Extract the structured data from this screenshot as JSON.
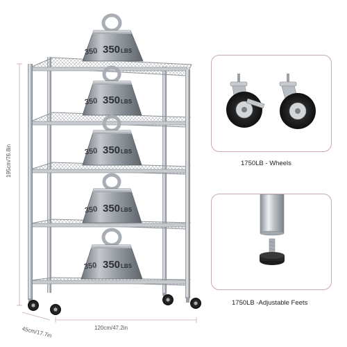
{
  "weight_label": "350",
  "weight_unit": "LBS",
  "dimensions": {
    "height": "195cm/76.8in",
    "depth": "45cm/17.7in",
    "width": "120cm/47.2in"
  },
  "features": {
    "wheels_caption": "1750LB - Wheels",
    "feet_caption": "1750LB -Adjustable Feets"
  },
  "colors": {
    "panel_border": "#c9a9a9",
    "dimension_line": "#c9a9a9",
    "chrome": "#b4b8bd",
    "weight_body": "#8e949b"
  }
}
